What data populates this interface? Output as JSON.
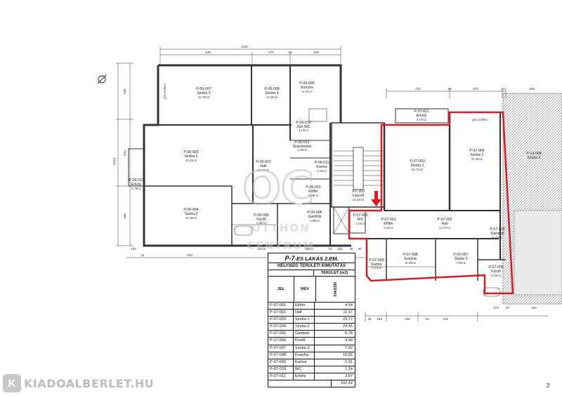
{
  "floor_label": "P-7",
  "apartment_label": "-ES LAKÁS 2.EM.",
  "table": {
    "title": "HELYISÉG TERÜLETI KIMUTATÁS",
    "area_header": "TERÜLET (m2)",
    "col_id": "JEL",
    "col_name": "NÉV",
    "col_area": "HASZN",
    "rows": [
      {
        "id": "P-07-001",
        "name": "Előtér",
        "area": "4,54"
      },
      {
        "id": "P-07-002",
        "name": "Hall",
        "area": "11,67"
      },
      {
        "id": "P-07-003",
        "name": "Szoba 1",
        "area": "23,77"
      },
      {
        "id": "P-07-004",
        "name": "Szoba 2",
        "area": "24,45"
      },
      {
        "id": "P-07-005",
        "name": "Gardrób",
        "area": "6,76"
      },
      {
        "id": "P-07-006",
        "name": "Fürdő",
        "area": "4,94"
      },
      {
        "id": "P-07-007",
        "name": "Szoba 3",
        "area": "7,92"
      },
      {
        "id": "P-07-008",
        "name": "Konyha",
        "area": "10,55"
      },
      {
        "id": "P-07-009",
        "name": "Kamra",
        "area": "2,91"
      },
      {
        "id": "P-07-010",
        "name": "WC",
        "area": "1,24"
      },
      {
        "id": "P-07-011",
        "name": "Erkély",
        "area": "3,67"
      }
    ],
    "total": "102,42"
  },
  "rooms": [
    {
      "id": "P-06-007",
      "name": "Szoba 3",
      "area": "18,78m2"
    },
    {
      "id": "P-06-008",
      "name": "Szoba 4",
      "area": "10,59m2"
    },
    {
      "id": "P-06-009",
      "name": "Konyha",
      "area": "8,74m2"
    },
    {
      "id": "P-06-010",
      "name": "Zuh-WC",
      "area": "3,10m2"
    },
    {
      "id": "P-06-012",
      "name": "Szárítószek",
      "area": "1,28m2"
    },
    {
      "id": "P-06-003",
      "name": "Szoba 1",
      "area": "35,63m2"
    },
    {
      "id": "P-06-002",
      "name": "Hall",
      "area": "20,76m2"
    },
    {
      "id": "P-06-011",
      "name": "Kamra",
      "area": "1,94m2"
    },
    {
      "id": "P-06-013",
      "name": "Erkély",
      "area": "6,78m2"
    },
    {
      "id": "P-06-001",
      "name": "Előtér",
      "area": "5,38m2"
    },
    {
      "id": "P-06-004",
      "name": "Szoba 2",
      "area": "22,46m2"
    },
    {
      "id": "P-06-005",
      "name": "Fürdő",
      "area": "6,95m2"
    },
    {
      "id": "P-06-006",
      "name": "Gardrób",
      "area": "4,99m2"
    },
    {
      "id": "XV. 003",
      "name": "Lépcső",
      "area": "16,50m2"
    },
    {
      "id": "P-07-011",
      "name": "Erkély",
      "area": "3,67m2"
    },
    {
      "id": "P-07-003",
      "name": "Szoba 1",
      "area": "23,77m2"
    },
    {
      "id": "P-07-004",
      "name": "Szoba 2",
      "area": "24,45m2"
    },
    {
      "id": "P-07-010",
      "name": "WC",
      "area": "1,24m2"
    },
    {
      "id": "P-07-001",
      "name": "Előtér",
      "area": "4,54m2"
    },
    {
      "id": "P-07-002",
      "name": "Hall",
      "area": "11,67m2"
    },
    {
      "id": "P-07-005",
      "name": "Gardrób",
      "area": "6,76m2"
    },
    {
      "id": "P-07-009",
      "name": "Kamra",
      "area": "2,91m2"
    },
    {
      "id": "P-07-008",
      "name": "Konyha",
      "area": "10,55m2"
    },
    {
      "id": "P-07-007",
      "name": "Szoba 3",
      "area": "7,92m2"
    },
    {
      "id": "P-07-006",
      "name": "Fürdő",
      "area": "4,94m2"
    },
    {
      "id": "P-13-008",
      "name": "Szoba 2",
      "area": ""
    }
  ],
  "ceiling_note": "pm=0,90m",
  "ceiling_note_left": "pm=0,90m",
  "dimensions": {
    "top_total": "1242",
    "top_segs": [
      "648",
      "270",
      "19",
      "305"
    ],
    "right_top": [
      "431",
      "19",
      "375",
      "10",
      "400"
    ],
    "left_total": "1310",
    "left_segs": [
      "435",
      "622",
      "408"
    ],
    "bottom_left": [
      "41",
      "100",
      "600",
      "405,5",
      "385,5",
      "10",
      "152",
      "48",
      "94"
    ],
    "bottom_right": [
      "26",
      "153",
      "335",
      "19",
      "342",
      "179",
      "19",
      "150"
    ]
  },
  "watermark": {
    "big": "OC",
    "line1": "OTTHON",
    "line2": "CENTRUM"
  },
  "site": {
    "logo": "K",
    "name": "KIADOALBERLET.HU"
  },
  "page_number": "2",
  "colors": {
    "highlight": "#d21f26",
    "wall": "#333333",
    "neighbor_hatch": "#9a9a9a",
    "watermark": "#c8c8c8"
  }
}
